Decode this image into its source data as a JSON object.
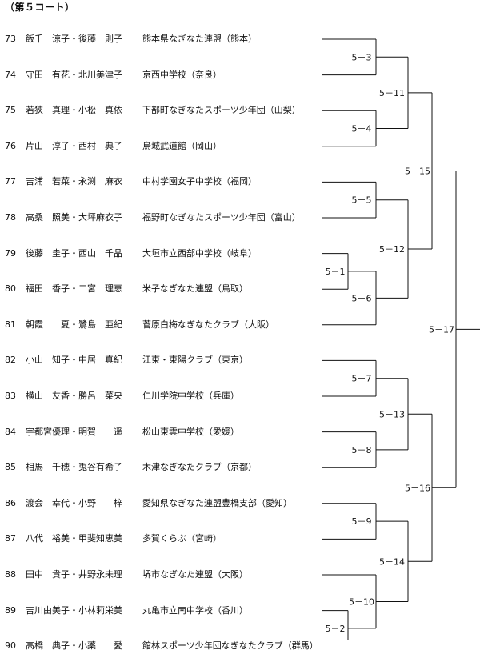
{
  "court_title": "（第５コート）",
  "entries": [
    {
      "no": "73",
      "pair": "飯千　涼子・後藤　則子",
      "club": "熊本県なぎなた連盟（熊本）"
    },
    {
      "no": "74",
      "pair": "守田　有花・北川美津子",
      "club": "京西中学校（奈良）"
    },
    {
      "no": "75",
      "pair": "若狭　真理・小松　真依",
      "club": "下部町なぎなたスポーツ少年団（山梨）"
    },
    {
      "no": "76",
      "pair": "片山　淳子・西村　典子",
      "club": "烏城武道館（岡山）"
    },
    {
      "no": "77",
      "pair": "吉浦　若菜・永渕　麻衣",
      "club": "中村学園女子中学校（福岡）"
    },
    {
      "no": "78",
      "pair": "高桑　照美・大坪麻衣子",
      "club": "福野町なぎなたスポーツ少年団（富山）"
    },
    {
      "no": "79",
      "pair": "後藤　圭子・西山　千晶",
      "club": "大垣市立西部中学校（岐阜）"
    },
    {
      "no": "80",
      "pair": "福田　香子・二宮　理恵",
      "club": "米子なぎなた連盟（鳥取）"
    },
    {
      "no": "81",
      "pair": "朝霞　　夏・鷺島　亜紀",
      "club": "菅原白梅なぎなたクラブ（大阪）"
    },
    {
      "no": "82",
      "pair": "小山　知子・中居　真紀",
      "club": "江東・東陽クラブ（東京）"
    },
    {
      "no": "83",
      "pair": "横山　友香・勝呂　菜央",
      "club": "仁川学院中学校（兵庫）"
    },
    {
      "no": "84",
      "pair": "宇都宮優理・明賀　　遥",
      "club": "松山東雲中学校（愛媛）"
    },
    {
      "no": "85",
      "pair": "相馬　千穂・兎谷有希子",
      "club": "木津なぎなたクラブ（京都）"
    },
    {
      "no": "86",
      "pair": "渡会　幸代・小野　　梓",
      "club": "愛知県なぎなた連盟豊橋支部（愛知）"
    },
    {
      "no": "87",
      "pair": "八代　裕美・甲斐知恵美",
      "club": "多賀くらぶ（宮崎）"
    },
    {
      "no": "88",
      "pair": "田中　貴子・井野永未理",
      "club": "堺市なぎなた連盟（大阪）"
    },
    {
      "no": "89",
      "pair": "吉川由美子・小林莉栄美",
      "club": "丸亀市立南中学校（香川）"
    },
    {
      "no": "90",
      "pair": "高橋　典子・小薬　　愛",
      "club": "館林スポーツ少年団なぎなたクラブ（群馬）"
    }
  ],
  "matches": {
    "m1": "5－1",
    "m2": "5－2",
    "m3": "5－3",
    "m4": "5－4",
    "m5": "5－5",
    "m6": "5－6",
    "m7": "5－7",
    "m8": "5－8",
    "m9": "5－9",
    "m10": "5－10",
    "m11": "5－11",
    "m12": "5－12",
    "m13": "5－13",
    "m14": "5－14",
    "m15": "5－15",
    "m16": "5－16",
    "m17": "5－17"
  }
}
